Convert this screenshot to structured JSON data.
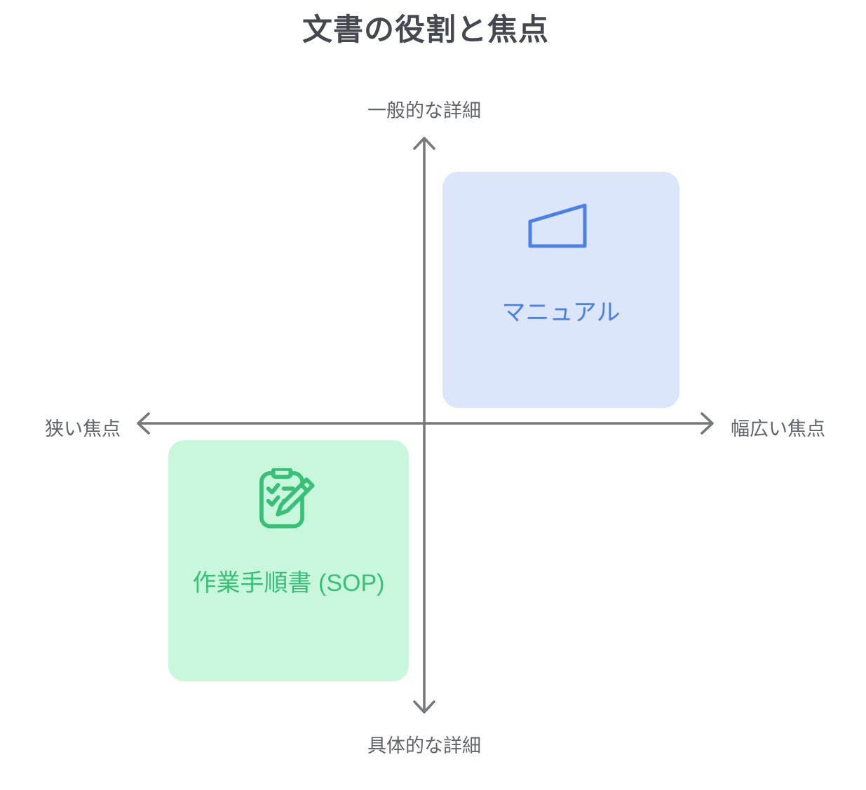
{
  "title": "文書の役割と焦点",
  "axes": {
    "top": "一般的な詳細",
    "bottom": "具体的な詳細",
    "left": "狭い焦点",
    "right": "幅広い焦点"
  },
  "quadrants": {
    "manual": {
      "label": "マニュアル",
      "icon": "wedge-icon",
      "position": "top-right",
      "fill": "#dce6fb",
      "accent": "#4d80e4"
    },
    "sop": {
      "label": "作業手順書 (SOP)",
      "icon": "clipboard-pencil-icon",
      "position": "bottom-left",
      "fill": "#c8f7db",
      "accent": "#38bf78"
    }
  },
  "colors": {
    "background": "#ffffff",
    "title_text": "#45484f",
    "axis_text": "#606369",
    "axis_line": "#76787c",
    "manual_fill": "#dce6fb",
    "manual_accent": "#4d80e4",
    "sop_fill": "#c8f7db",
    "sop_accent": "#38bf78",
    "card_border": "#ffffff"
  }
}
